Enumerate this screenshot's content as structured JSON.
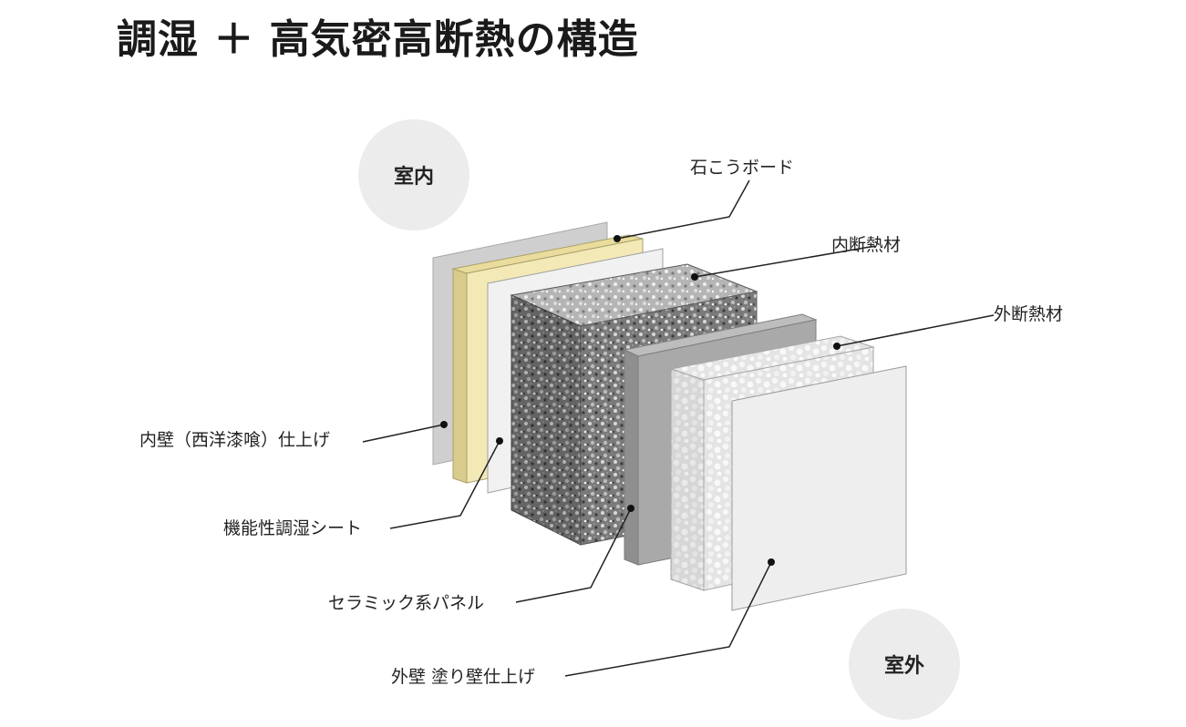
{
  "title": "調湿 ＋ 高気密高断熱の構造",
  "zones": {
    "indoor": "室内",
    "outdoor": "室外"
  },
  "layers": {
    "gypsum_board": "石こうボード",
    "inner_insulation": "内断熱材",
    "outer_insulation": "外断熱材",
    "inner_wall_finish": "内壁（西洋漆喰）仕上げ",
    "humidity_sheet": "機能性調湿シート",
    "ceramic_panel": "セラミック系パネル",
    "outer_wall_finish": "外壁 塗り壁仕上げ"
  },
  "colors": {
    "inner_plaster": "#c8c8c8",
    "gypsum_front": "#f1e7b4",
    "gypsum_side": "#d6c88a",
    "sheet": "#f0f0f0",
    "insulation": "#6e6e6e",
    "ceramic": "#a9a9a9",
    "foam": "#e6e6e6",
    "outer_finish": "#efefef",
    "leader": "#222222"
  }
}
